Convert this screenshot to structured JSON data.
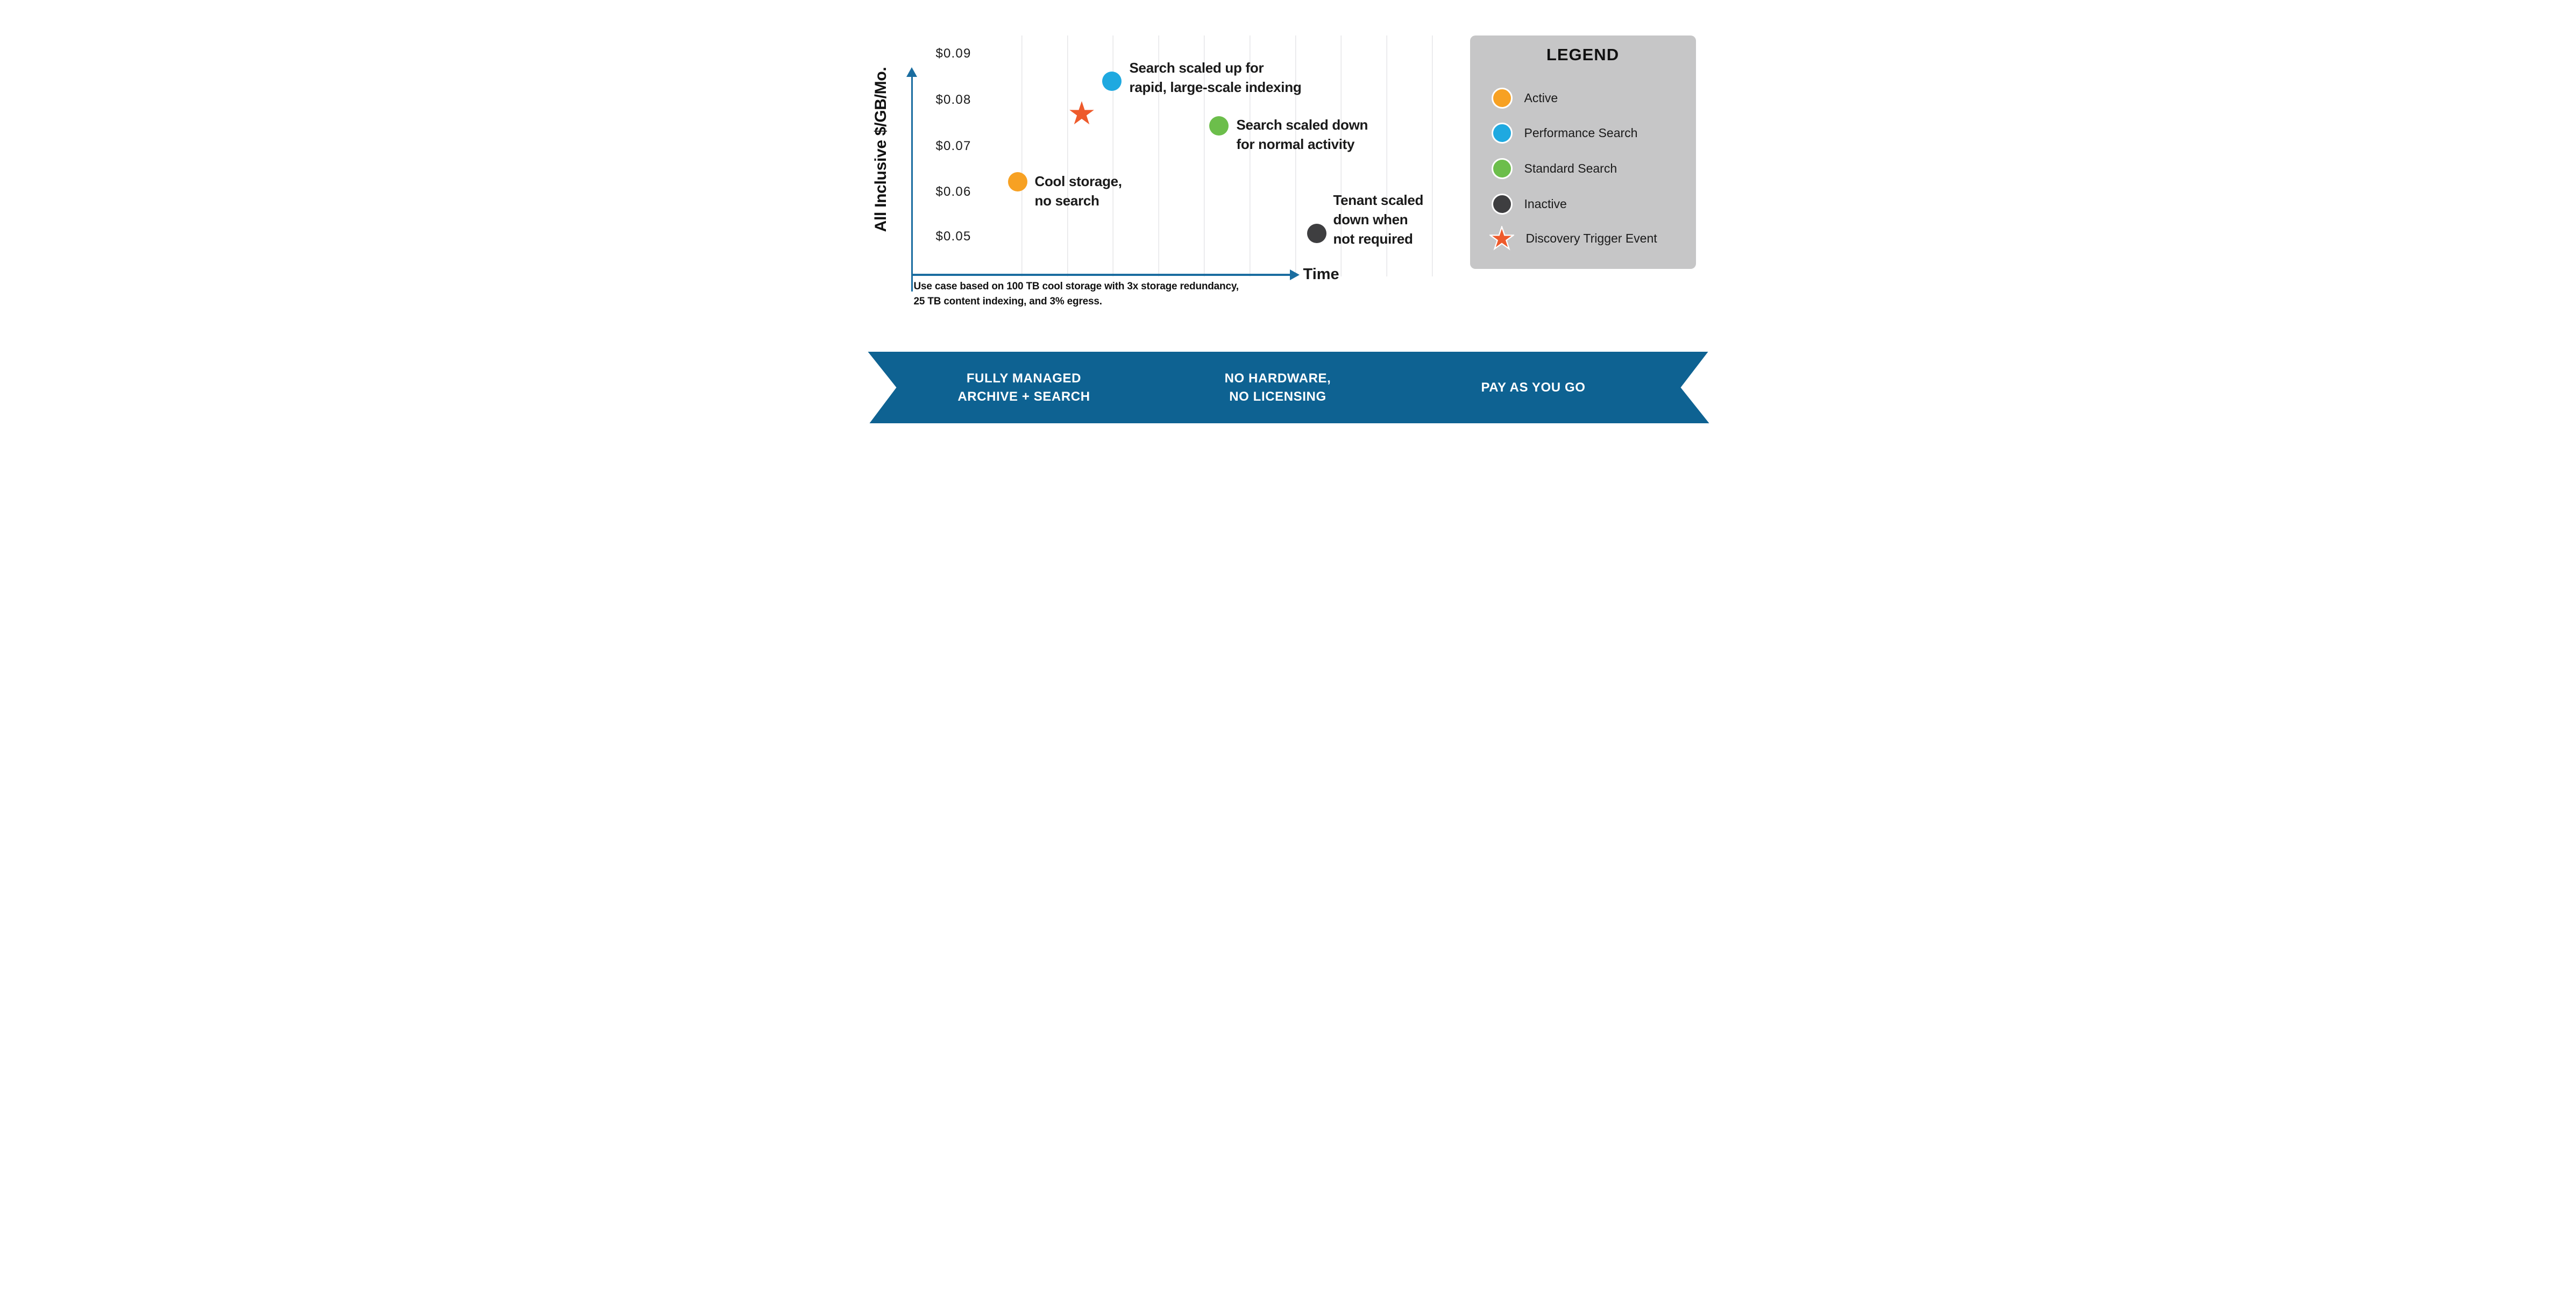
{
  "chart": {
    "y_axis": {
      "label": "All Inclusive $/GB/Mo.",
      "ticks": [
        "$0.09",
        "$0.08",
        "$0.07",
        "$0.06",
        "$0.05"
      ]
    },
    "x_axis": {
      "label": "Time"
    },
    "annotations": {
      "performance": {
        "lines": [
          "Search scaled up for",
          "rapid, large-scale indexing"
        ]
      },
      "standard": {
        "lines": [
          "Search scaled down",
          "for normal activity"
        ]
      },
      "active": {
        "lines": [
          "Cool storage,",
          "no search"
        ]
      },
      "inactive": {
        "lines": [
          "Tenant scaled",
          "down when",
          "not required"
        ]
      }
    },
    "footnote": {
      "lines": [
        "Use case based on 100 TB cool storage with 3x storage redundancy,",
        "25 TB content indexing, and 3% egress."
      ]
    }
  },
  "chart_data": {
    "type": "scatter",
    "title": "",
    "xlabel": "Time",
    "ylabel": "All Inclusive $/GB/Mo.",
    "y_ticks": [
      0.09,
      0.08,
      0.07,
      0.06,
      0.05
    ],
    "ylim": [
      0.045,
      0.095
    ],
    "x_axis_numeric_labels": false,
    "grid": "vertical-only",
    "legend_position": "right",
    "points": [
      {
        "series": "Active",
        "marker": "circle",
        "color": "#F7A123",
        "x_frac": 0.18,
        "y": 0.062,
        "label": "Cool storage, no search"
      },
      {
        "series": "Discovery Trigger Event",
        "marker": "star",
        "color": "#EE5A2B",
        "x_frac": 0.33,
        "y": 0.077,
        "label": "Discovery Trigger Event"
      },
      {
        "series": "Performance Search",
        "marker": "circle",
        "color": "#1FA9E0",
        "x_frac": 0.4,
        "y": 0.084,
        "label": "Search scaled up for rapid, large-scale indexing"
      },
      {
        "series": "Standard Search",
        "marker": "circle",
        "color": "#6CBE4B",
        "x_frac": 0.65,
        "y": 0.075,
        "label": "Search scaled down for normal activity"
      },
      {
        "series": "Inactive",
        "marker": "circle",
        "color": "#3E3E40",
        "x_frac": 0.88,
        "y": 0.051,
        "label": "Tenant scaled down when not required"
      }
    ]
  },
  "legend": {
    "title": "LEGEND",
    "items": [
      {
        "label": "Active",
        "marker": "circle",
        "color": "#F7A123"
      },
      {
        "label": "Performance Search",
        "marker": "circle",
        "color": "#1FA9E0"
      },
      {
        "label": "Standard Search",
        "marker": "circle",
        "color": "#6CBE4B"
      },
      {
        "label": "Inactive",
        "marker": "circle",
        "color": "#3E3E40"
      },
      {
        "label": "Discovery Trigger Event",
        "marker": "star",
        "color": "#EE5A2B"
      }
    ]
  },
  "banner": {
    "segments": [
      {
        "lines": [
          "FULLY MANAGED",
          "ARCHIVE + SEARCH"
        ]
      },
      {
        "lines": [
          "NO HARDWARE,",
          "NO LICENSING"
        ]
      },
      {
        "lines": [
          "PAY AS YOU GO"
        ]
      }
    ]
  },
  "colors": {
    "banner_blue": "#0E6292",
    "axis_blue": "#1A6DA0",
    "legend_background": "#C6C6C7",
    "gridline_gray": "#E6E6E8",
    "text_dark": "#1A1A1A",
    "active_orange": "#F7A123",
    "performance_blue": "#1FA9E0",
    "standard_green": "#6CBE4B",
    "inactive_gray": "#3E3E40",
    "trigger_star_orange": "#EE5A2B"
  }
}
